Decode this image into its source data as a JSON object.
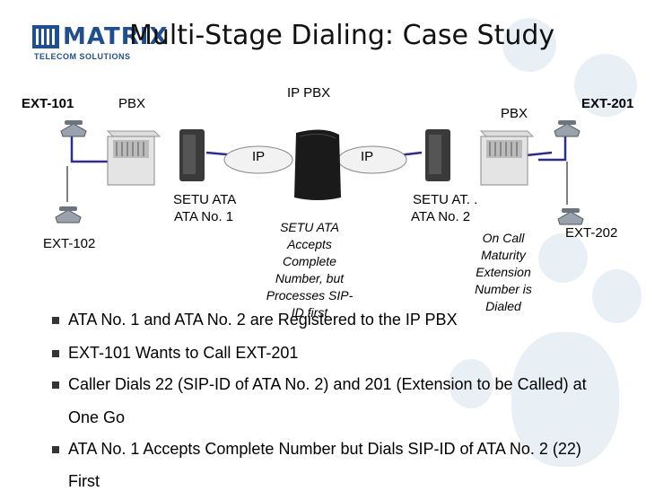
{
  "slide": {
    "title": "Multi-Stage Dialing: Case Study",
    "logo": {
      "brand": "MATRIX",
      "tagline": "TELECOM SOLUTIONS"
    }
  },
  "diagram": {
    "ext101": "EXT-101",
    "ext102": "EXT-102",
    "ext201": "EXT-201",
    "ext202": "EXT-202",
    "pbx_left": "PBX",
    "pbx_right": "PBX",
    "ip_pbx": "IP PBX",
    "ip_left": "IP",
    "ip_right": "IP",
    "ata1_line1": "SETU ATA",
    "ata1_line2": "ATA No. 1",
    "ata2_line1": "SETU AT. .",
    "ata2_line2": "ATA No. 2",
    "note_center": [
      "SETU ATA",
      "Accepts",
      "Complete",
      "Number, but",
      "Processes SIP-",
      "ID first"
    ],
    "note_right": [
      "On Call",
      "Maturity",
      "Extension",
      "Number is",
      "Dialed"
    ]
  },
  "bullets": [
    "ATA No. 1 and ATA No. 2 are Registered to the IP PBX",
    "EXT-101 Wants to Call EXT-201",
    "Caller Dials 22 (SIP-ID of ATA No. 2) and 201 (Extension to be Called) at",
    "ATA No. 1 Accepts Complete Number but Dials SIP-ID of ATA No. 2 (22)"
  ],
  "bullet_continuations": [
    "One Go",
    "First"
  ],
  "colors": {
    "link": "#2d2d8a",
    "brand": "#1f4f8c",
    "watermark": "#e8f0f6"
  },
  "icons": [
    "phone-icon",
    "pbx-cabinet-icon",
    "ata-device-icon",
    "ip-pbx-device-icon"
  ]
}
